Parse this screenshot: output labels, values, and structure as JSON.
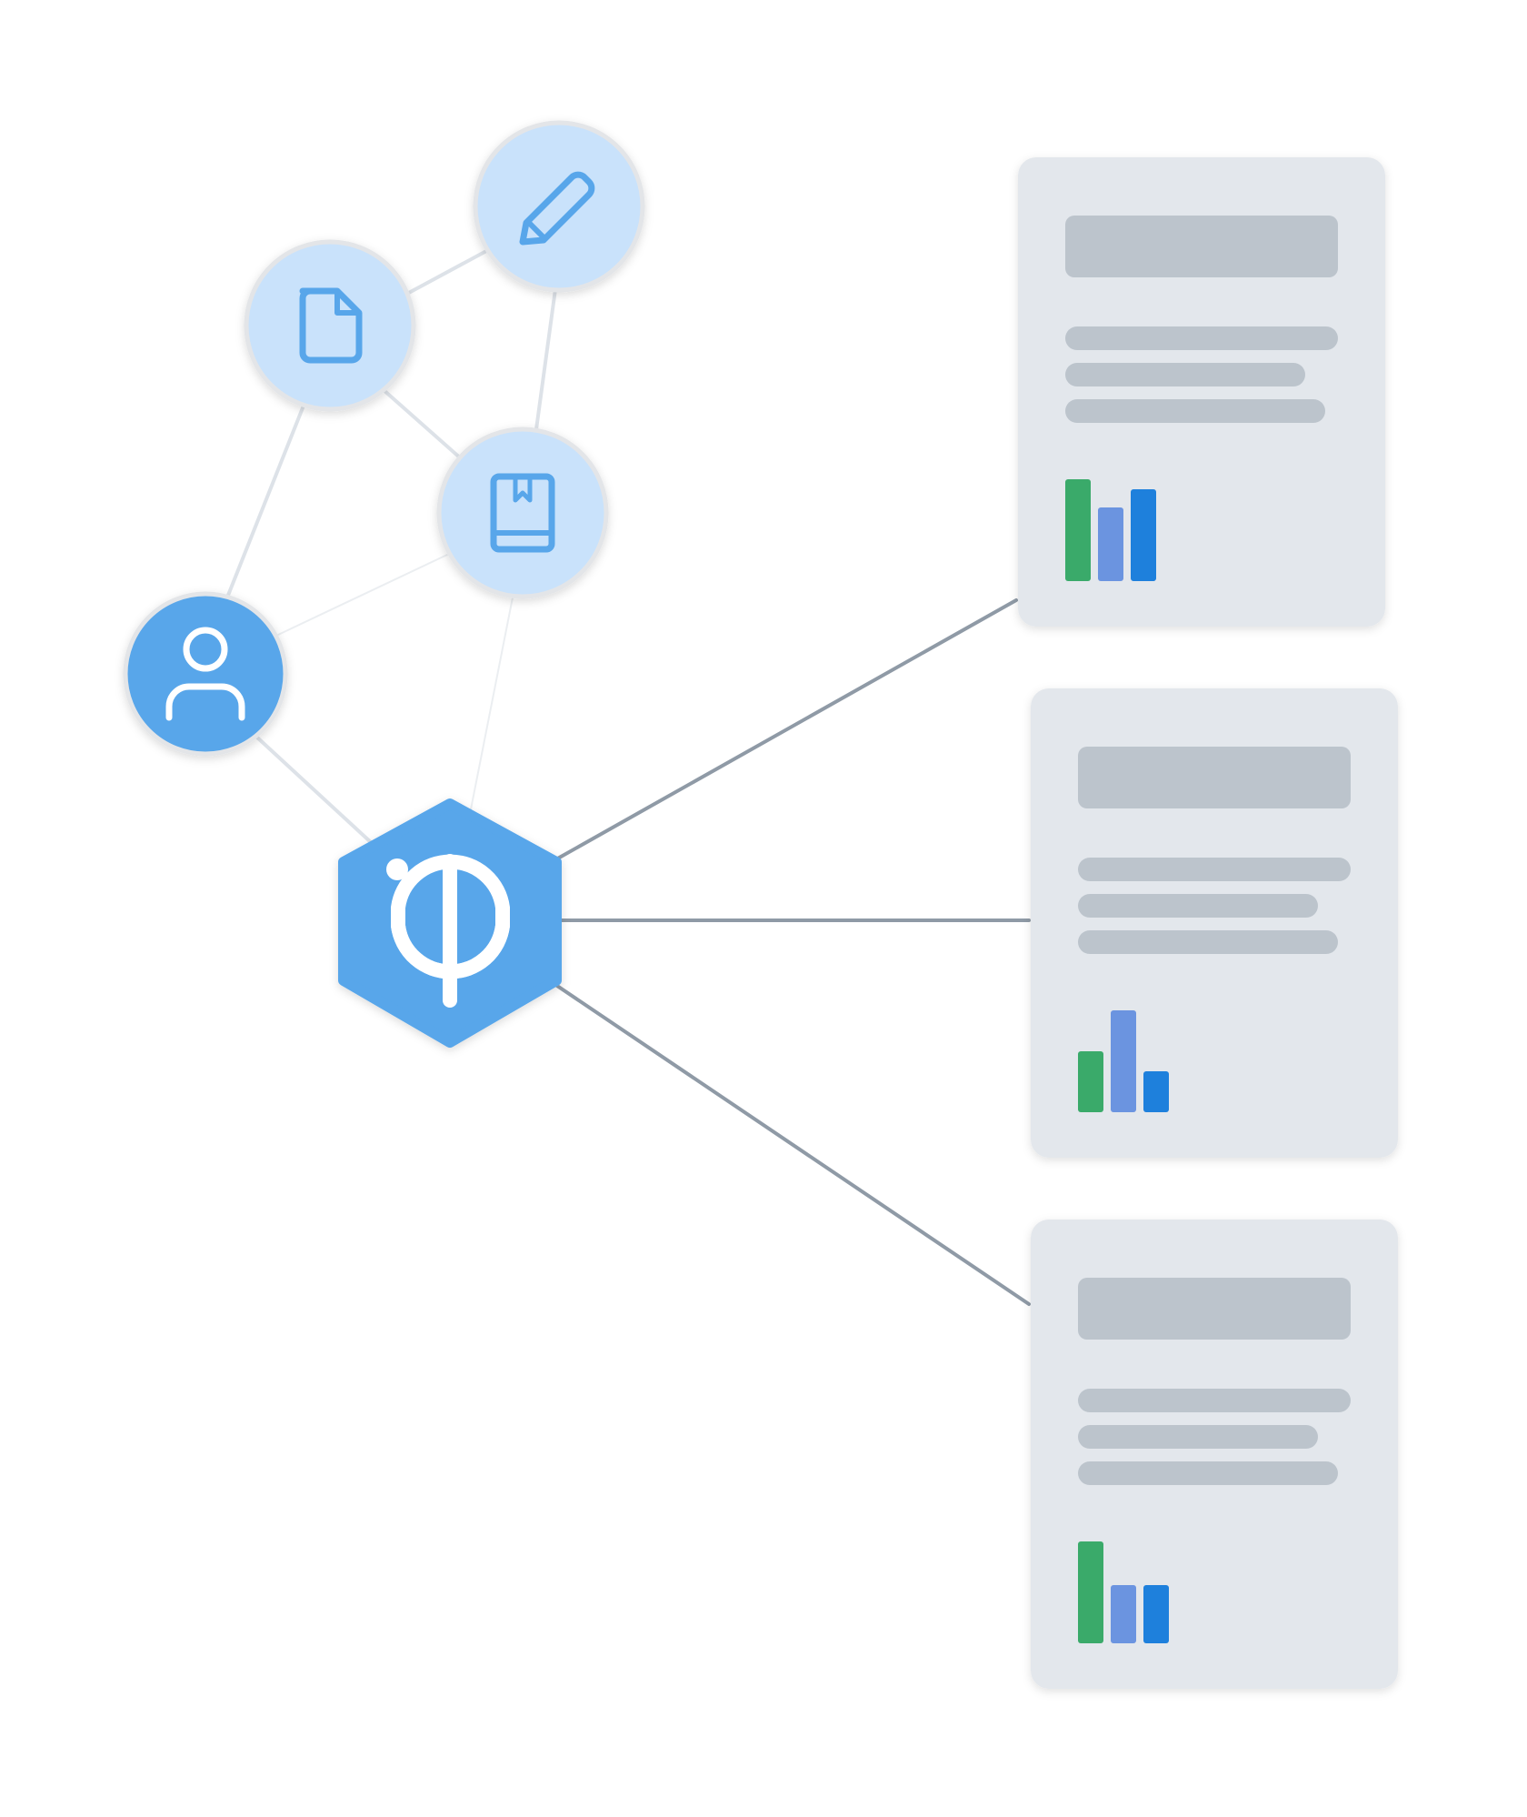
{
  "colors": {
    "background": "#ffffff",
    "node_fill_light": "#c9e2fb",
    "node_fill_dark": "#58a6ea",
    "icon_stroke_light": "#58a6ea",
    "icon_stroke_dark": "#ffffff",
    "hub_fill": "#58a6ea",
    "hub_glyph": "#ffffff",
    "link_light": "#dde2e8",
    "connector": "#8f9aa6",
    "card_fill": "#e3e7ec",
    "card_bar": "#bcc4cc",
    "bar_green": "#3aaa6a",
    "bar_purple": "#6b94e0",
    "bar_blue": "#1e80dc"
  },
  "nodes": [
    {
      "icon": "pencil-icon"
    },
    {
      "icon": "document-icon"
    },
    {
      "icon": "book-icon"
    },
    {
      "icon": "user-icon"
    }
  ],
  "hub": {
    "icon": "logo-glyph"
  },
  "cards": [
    {
      "chart_levels": [
        1.0,
        0.72,
        0.9
      ]
    },
    {
      "chart_levels": [
        0.6,
        1.0,
        0.4
      ]
    },
    {
      "chart_levels": [
        1.0,
        0.57,
        0.57
      ]
    }
  ]
}
